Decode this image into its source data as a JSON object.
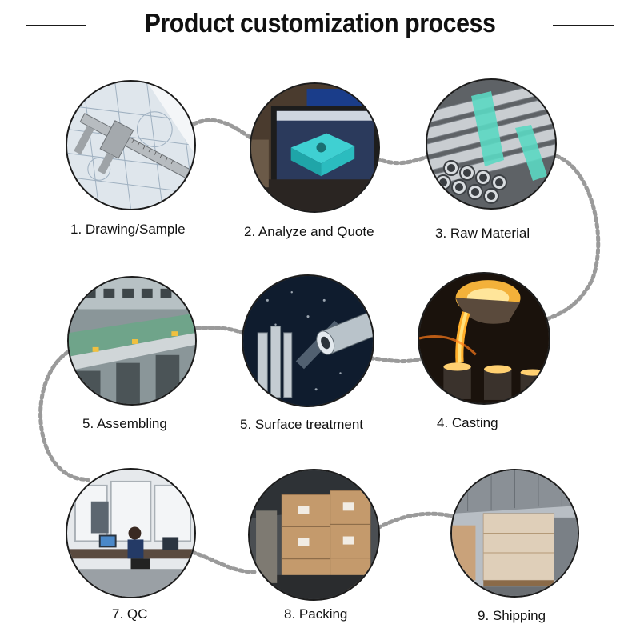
{
  "header": {
    "title": "Product customization process"
  },
  "steps": [
    {
      "label": "1. Drawing/Sample",
      "icon": "caliper-drawing-icon"
    },
    {
      "label": "2. Analyze and Quote",
      "icon": "cad-monitor-icon"
    },
    {
      "label": "3. Raw Material",
      "icon": "steel-tubes-icon"
    },
    {
      "label": "5. Assembling",
      "icon": "assembly-line-icon"
    },
    {
      "label": "5.  Surface treatment",
      "icon": "machined-tube-icon"
    },
    {
      "label": "4.   Casting",
      "icon": "molten-metal-icon"
    },
    {
      "label": "7.  QC",
      "icon": "inspection-office-icon"
    },
    {
      "label": "8. Packing",
      "icon": "warehouse-boxes-icon"
    },
    {
      "label": "9. Shipping",
      "icon": "pallet-shipping-icon"
    }
  ]
}
